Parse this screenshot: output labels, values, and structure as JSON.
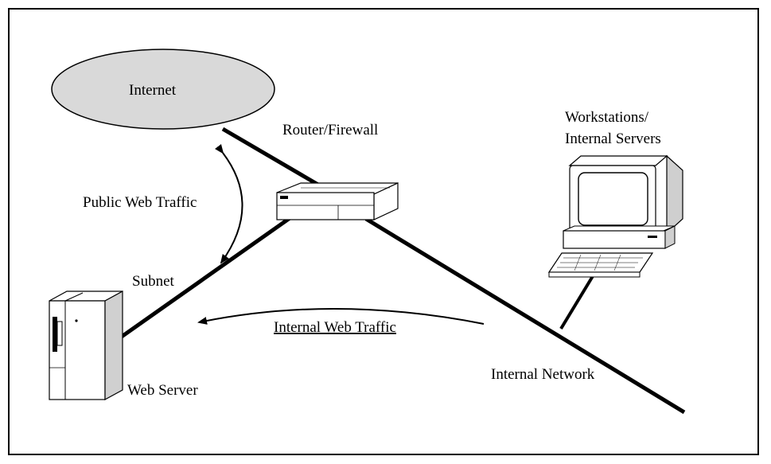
{
  "diagram": {
    "nodes": {
      "internet": "Internet",
      "router": "Router/Firewall",
      "workstations_line1": "Workstations/",
      "workstations_line2": "Internal Servers",
      "subnet": "Subnet",
      "web_server": "Web Server",
      "internal_network": "Internal Network"
    },
    "flows": {
      "public": "Public Web Traffic",
      "internal": "Internal Web Traffic"
    }
  },
  "colors": {
    "cloud_fill": "#d9d9d9",
    "line": "#000000"
  }
}
